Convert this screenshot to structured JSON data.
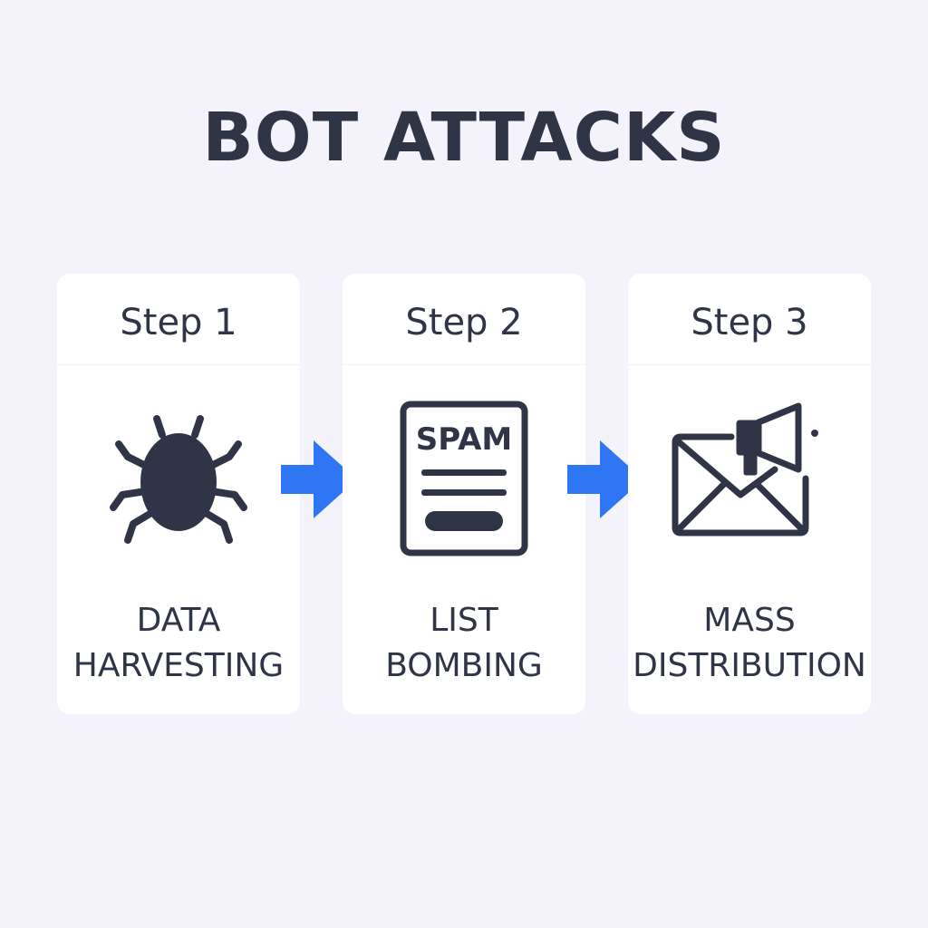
{
  "title": "BOT ATTACKS",
  "colors": {
    "background": "#f4f3fc",
    "card": "#ffffff",
    "text": "#2f3546",
    "arrow": "#2f76f5"
  },
  "steps": [
    {
      "label": "Step 1",
      "name_line1": "DATA",
      "name_line2": "HARVESTING",
      "icon": "bug-icon"
    },
    {
      "label": "Step 2",
      "name_line1": "LIST",
      "name_line2": "BOMBING",
      "icon": "spam-document-icon",
      "icon_text": "SPAM"
    },
    {
      "label": "Step 3",
      "name_line1": "MASS",
      "name_line2": "DISTRIBUTION",
      "icon": "envelope-megaphone-icon"
    }
  ],
  "arrows": [
    {
      "icon": "arrow-right-icon"
    },
    {
      "icon": "arrow-right-icon"
    }
  ]
}
